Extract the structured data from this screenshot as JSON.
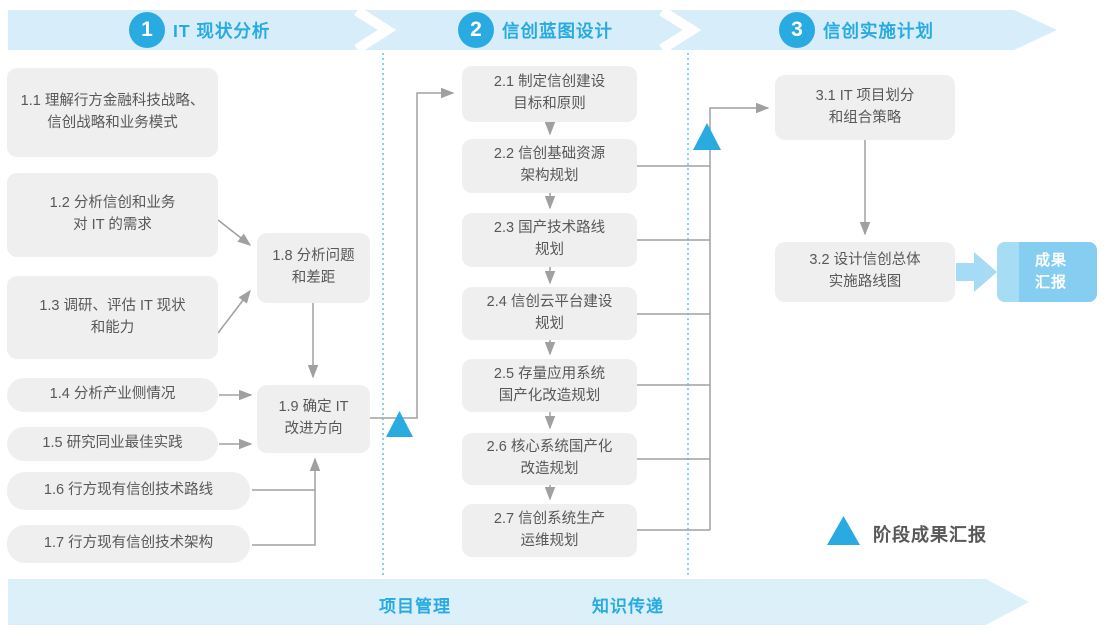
{
  "phases": [
    {
      "number": "1",
      "title": "IT 现状分析"
    },
    {
      "number": "2",
      "title": "信创蓝图设计"
    },
    {
      "number": "3",
      "title": "信创实施计划"
    }
  ],
  "phase1_boxes": [
    {
      "id": "1.1",
      "label": "1.1 理解行方金融科技战略、\n信创战略和业务模式"
    },
    {
      "id": "1.2",
      "label": "1.2 分析信创和业务\n对 IT 的需求"
    },
    {
      "id": "1.3",
      "label": "1.3 调研、评估 IT 现状\n和能力"
    },
    {
      "id": "1.4",
      "label": "1.4 分析产业侧情况"
    },
    {
      "id": "1.5",
      "label": "1.5 研究同业最佳实践"
    },
    {
      "id": "1.6",
      "label": "1.6 行方现有信创技术路线"
    },
    {
      "id": "1.7",
      "label": "1.7 行方现有信创技术架构"
    },
    {
      "id": "1.8",
      "label": "1.8 分析问题\n和差距"
    },
    {
      "id": "1.9",
      "label": "1.9 确定 IT\n改进方向"
    }
  ],
  "phase2_boxes": [
    {
      "id": "2.1",
      "label": "2.1 制定信创建设\n目标和原则"
    },
    {
      "id": "2.2",
      "label": "2.2 信创基础资源\n架构规划"
    },
    {
      "id": "2.3",
      "label": "2.3 国产技术路线\n规划"
    },
    {
      "id": "2.4",
      "label": "2.4 信创云平台建设\n规划"
    },
    {
      "id": "2.5",
      "label": "2.5 存量应用系统\n国产化改造规划"
    },
    {
      "id": "2.6",
      "label": "2.6 核心系统国产化\n改造规划"
    },
    {
      "id": "2.7",
      "label": "2.7 信创系统生产\n运维规划"
    }
  ],
  "phase3_boxes": [
    {
      "id": "3.1",
      "label": "3.1 IT 项目划分\n和组合策略"
    },
    {
      "id": "3.2",
      "label": "3.2 设计信创总体\n实施路线图"
    }
  ],
  "result_box": {
    "label": "成果\n汇报"
  },
  "legend": {
    "label": "阶段成果汇报"
  },
  "footer": {
    "items": [
      {
        "label": "项目管理"
      },
      {
        "label": "知识传递"
      }
    ]
  },
  "colors": {
    "accent_blue": "#29ABE2",
    "band_blue": "#D7EDF9",
    "footer_band_blue": "#DCF0FA",
    "box_gray": "#EFEFEF",
    "box_text": "#595757",
    "connector_gray": "#9FA0A0",
    "result_box_fill": "#85CEF1",
    "result_box_stripe": "#A7DCF5",
    "thick_arrow_fill": "#A5DBF5",
    "dotted_divider": "#5FC3EB"
  }
}
